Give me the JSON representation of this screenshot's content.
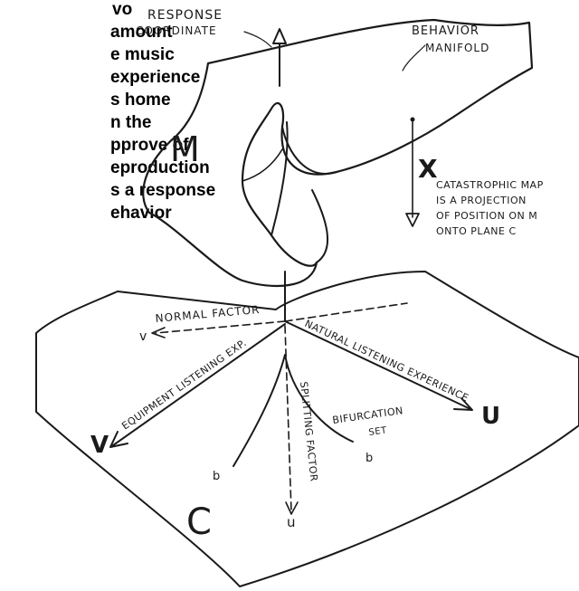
{
  "caption_lines": [
    "vo",
    "amount",
    "e music",
    "experience",
    "s home",
    "n the",
    "pprove of",
    "eproduction",
    "s a response",
    "ehavior"
  ],
  "labels": {
    "response_line1": "RESPONSE",
    "response_line2": "COORDINATE",
    "behavior_line1": "BEHAVIOR",
    "behavior_line2": "MANIFOLD",
    "manifold_symbol": "M",
    "x_symbol": "X",
    "catastrophic_map": [
      "CATASTROPHIC MAP",
      "IS A PROJECTION",
      "OF POSITION ON M",
      "ONTO PLANE C"
    ],
    "normal_factor": "NORMAL FACTOR",
    "normal_v": "v",
    "natural_listening": "NATURAL LISTENING EXPERIENCE",
    "u_big": "U",
    "equipment_listening": "EQUIPMENT LISTENING EXP.",
    "v_big": "V",
    "splitting_factor": "SPLITTING FACTOR",
    "u_small": "u",
    "bifurcation_line1": "BIFURCATION",
    "bifurcation_line2": "SET",
    "b_left": "b",
    "b_right": "b",
    "plane_symbol": "C"
  }
}
